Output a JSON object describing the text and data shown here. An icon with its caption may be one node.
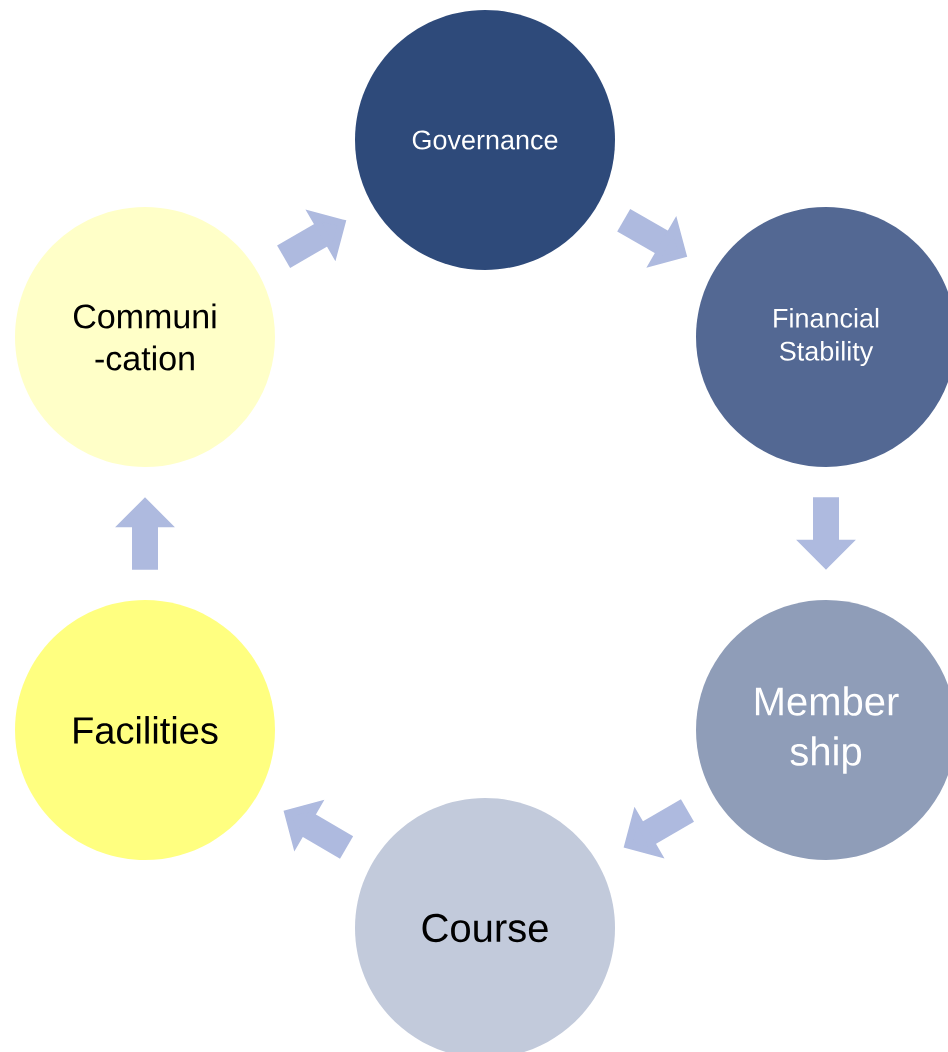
{
  "diagram": {
    "nodes": [
      {
        "text": [
          "Governance"
        ]
      },
      {
        "text": [
          "Financial Stability"
        ]
      },
      {
        "text": [
          "Member ship"
        ]
      },
      {
        "text": [
          "Course"
        ]
      },
      {
        "text": [
          "Facilities"
        ]
      },
      {
        "text": [
          "Communi -cation"
        ]
      }
    ],
    "edges": [
      {
        "from": 0,
        "to": 1,
        "arrow": "to"
      },
      {
        "from": 1,
        "to": 2,
        "arrow": "to"
      },
      {
        "from": 2,
        "to": 3,
        "arrow": "to"
      },
      {
        "from": 3,
        "to": 4,
        "arrow": "to"
      },
      {
        "from": 4,
        "to": 5,
        "arrow": "to"
      },
      {
        "from": 5,
        "to": 0,
        "arrow": "to"
      }
    ]
  }
}
